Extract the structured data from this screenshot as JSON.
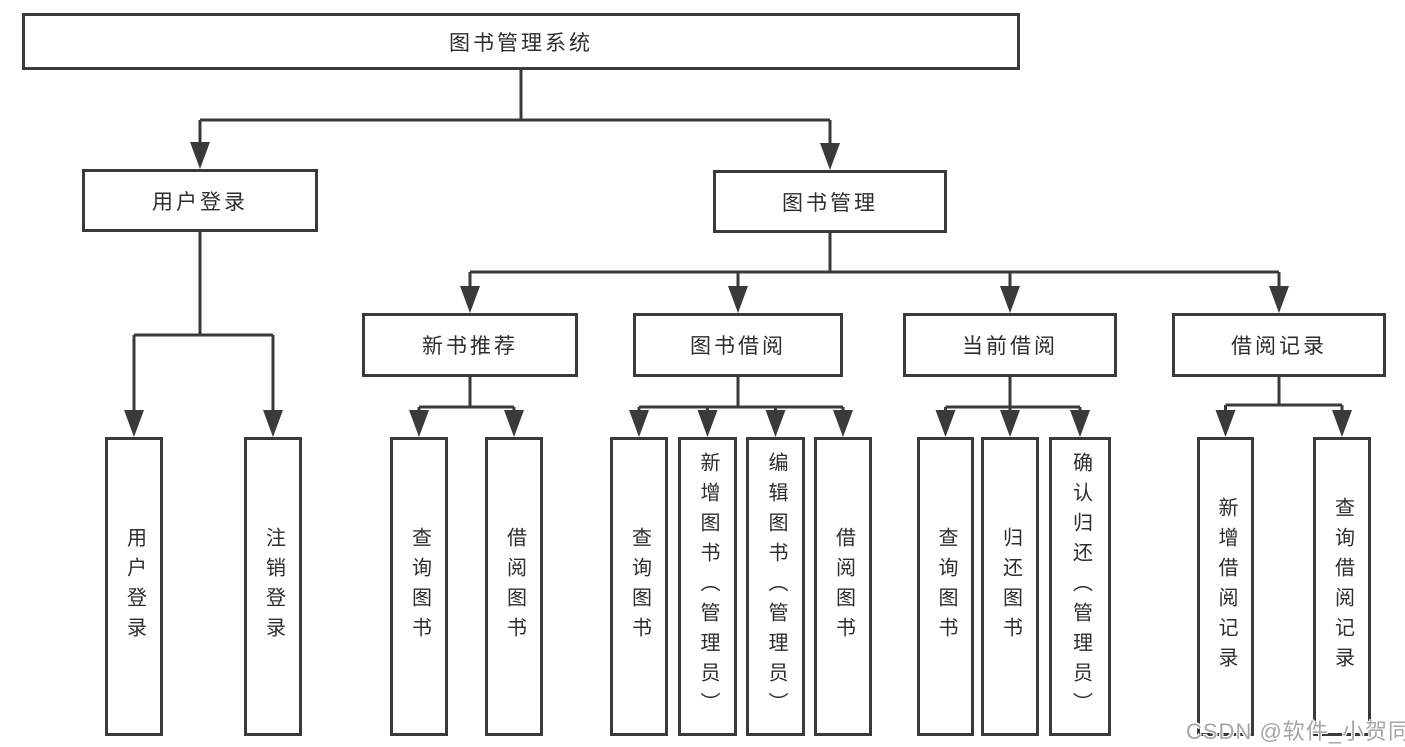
{
  "tree": {
    "root": {
      "label": "图书管理系统"
    },
    "branches": [
      {
        "label": "用户登录",
        "children": [
          {
            "label": "用户登录"
          },
          {
            "label": "注销登录"
          }
        ]
      },
      {
        "label": "图书管理",
        "children": [
          {
            "label": "新书推荐",
            "children": [
              {
                "label": "查询图书"
              },
              {
                "label": "借阅图书"
              }
            ]
          },
          {
            "label": "图书借阅",
            "children": [
              {
                "label": "查询图书"
              },
              {
                "label": "新增图书（管理员）"
              },
              {
                "label": "编辑图书（管理员）"
              },
              {
                "label": "借阅图书"
              }
            ]
          },
          {
            "label": "当前借阅",
            "children": [
              {
                "label": "查询图书"
              },
              {
                "label": "归还图书"
              },
              {
                "label": "确认归还（管理员）"
              }
            ]
          },
          {
            "label": "借阅记录",
            "children": [
              {
                "label": "新增借阅记录"
              },
              {
                "label": "查询借阅记录"
              }
            ]
          }
        ]
      }
    ]
  },
  "watermark": {
    "text": "CSDN @软件_小贺同学"
  },
  "colors": {
    "line": "#3a3a3a",
    "text": "#2d2d2d",
    "box_bg": "#ffffff",
    "page_bg": "#ffffff",
    "watermark": "#a6a6a6"
  }
}
